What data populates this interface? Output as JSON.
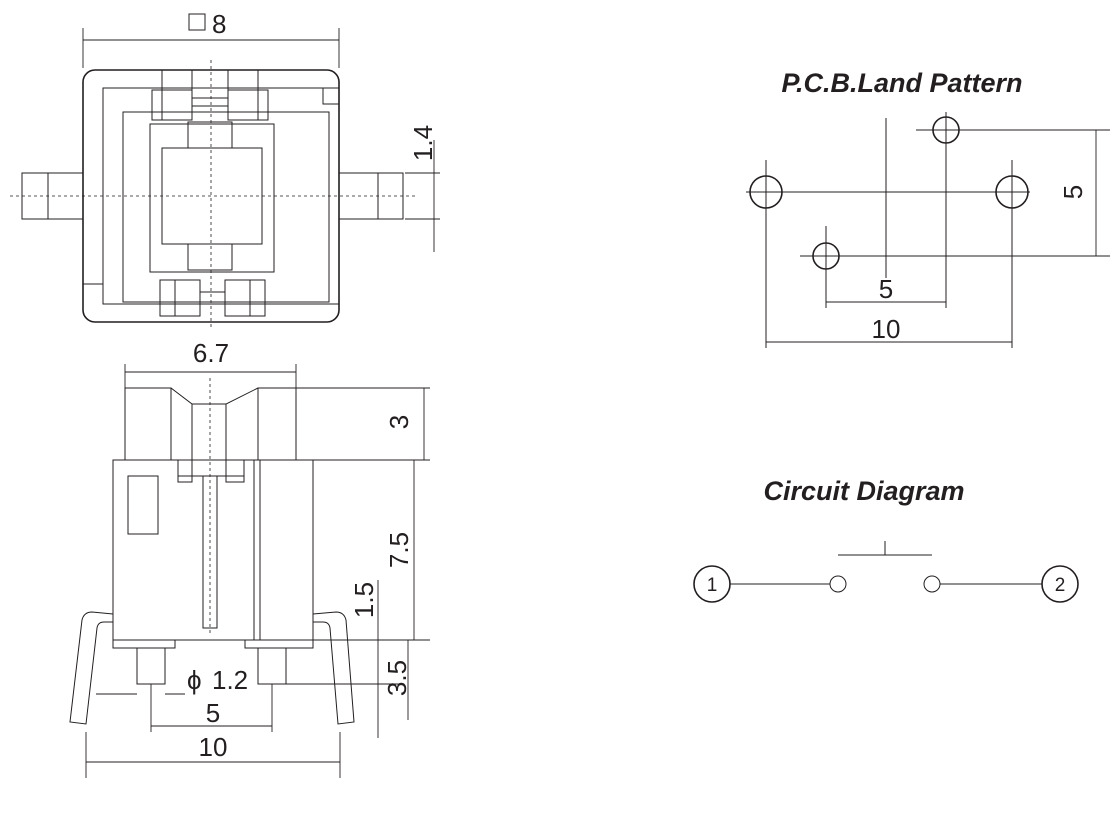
{
  "top_view": {
    "square_dim": "8",
    "lead_width": "1.4"
  },
  "side_view": {
    "width_top": "6.7",
    "actuator_height": "3",
    "body_height": "7.5",
    "standoff_height": "1.5",
    "pin_length": "3.5",
    "pin_diameter": "1.2",
    "pin_symbol": "ϕ",
    "pin_pitch": "5",
    "overall_width": "10"
  },
  "pcb": {
    "title": "P.C.B.Land Pattern",
    "vertical_spacing": "5",
    "small_pitch": "5",
    "large_pitch": "10"
  },
  "circuit": {
    "title": "Circuit Diagram",
    "terminal_1": "1",
    "terminal_2": "2"
  }
}
